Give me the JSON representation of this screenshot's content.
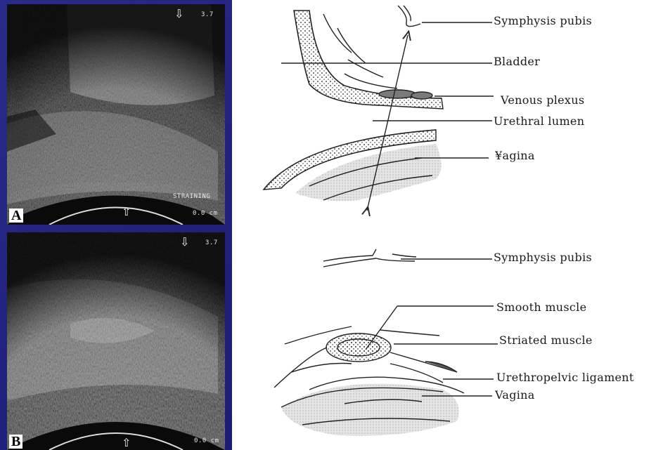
{
  "panels": {
    "a": {
      "letter": "A",
      "depth_marker": "3.7",
      "mode_label": "STRAINING",
      "scale_label": "0.0 cm"
    },
    "b": {
      "letter": "B",
      "depth_marker": "3.7",
      "scale_label": "0.0 cm"
    }
  },
  "diagram_top": {
    "labels": [
      "Symphysis pubis",
      "Bladder",
      "Venous plexus",
      "Urethral lumen",
      "¥agina"
    ]
  },
  "diagram_bottom": {
    "labels": [
      "Symphysis pubis",
      "Smooth muscle",
      "Striated muscle",
      "Urethropelvic ligament",
      "Vagina"
    ]
  },
  "icons": {
    "probe_arrow": "hollow-arrow-icon"
  },
  "colors": {
    "background": "#1e1e78",
    "paper": "#ffffff",
    "ink": "#1a1a1a",
    "shading": "#bdbdbd"
  }
}
